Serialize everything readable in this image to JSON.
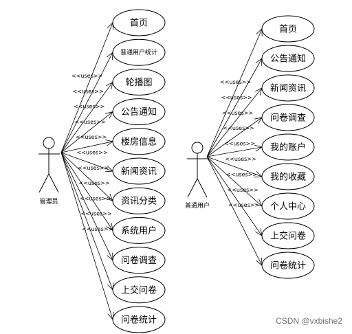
{
  "diagram": {
    "stereotype": "<<uses>>",
    "actors": [
      {
        "name": "管理员",
        "use_cases": [
          "首页",
          "普通用户统计",
          "轮播图",
          "公告通知",
          "楼房信息",
          "新闻资讯",
          "资讯分类",
          "系统用户",
          "问卷调查",
          "上交问卷",
          "问卷统计"
        ]
      },
      {
        "name": "普通用户",
        "use_cases": [
          "首页",
          "公告通知",
          "新闻资讯",
          "问卷调查",
          "我的账户",
          "我的收藏",
          "个人中心",
          "上交问卷",
          "问卷统计"
        ]
      }
    ]
  },
  "watermark": "CSDN @vxbishe2"
}
